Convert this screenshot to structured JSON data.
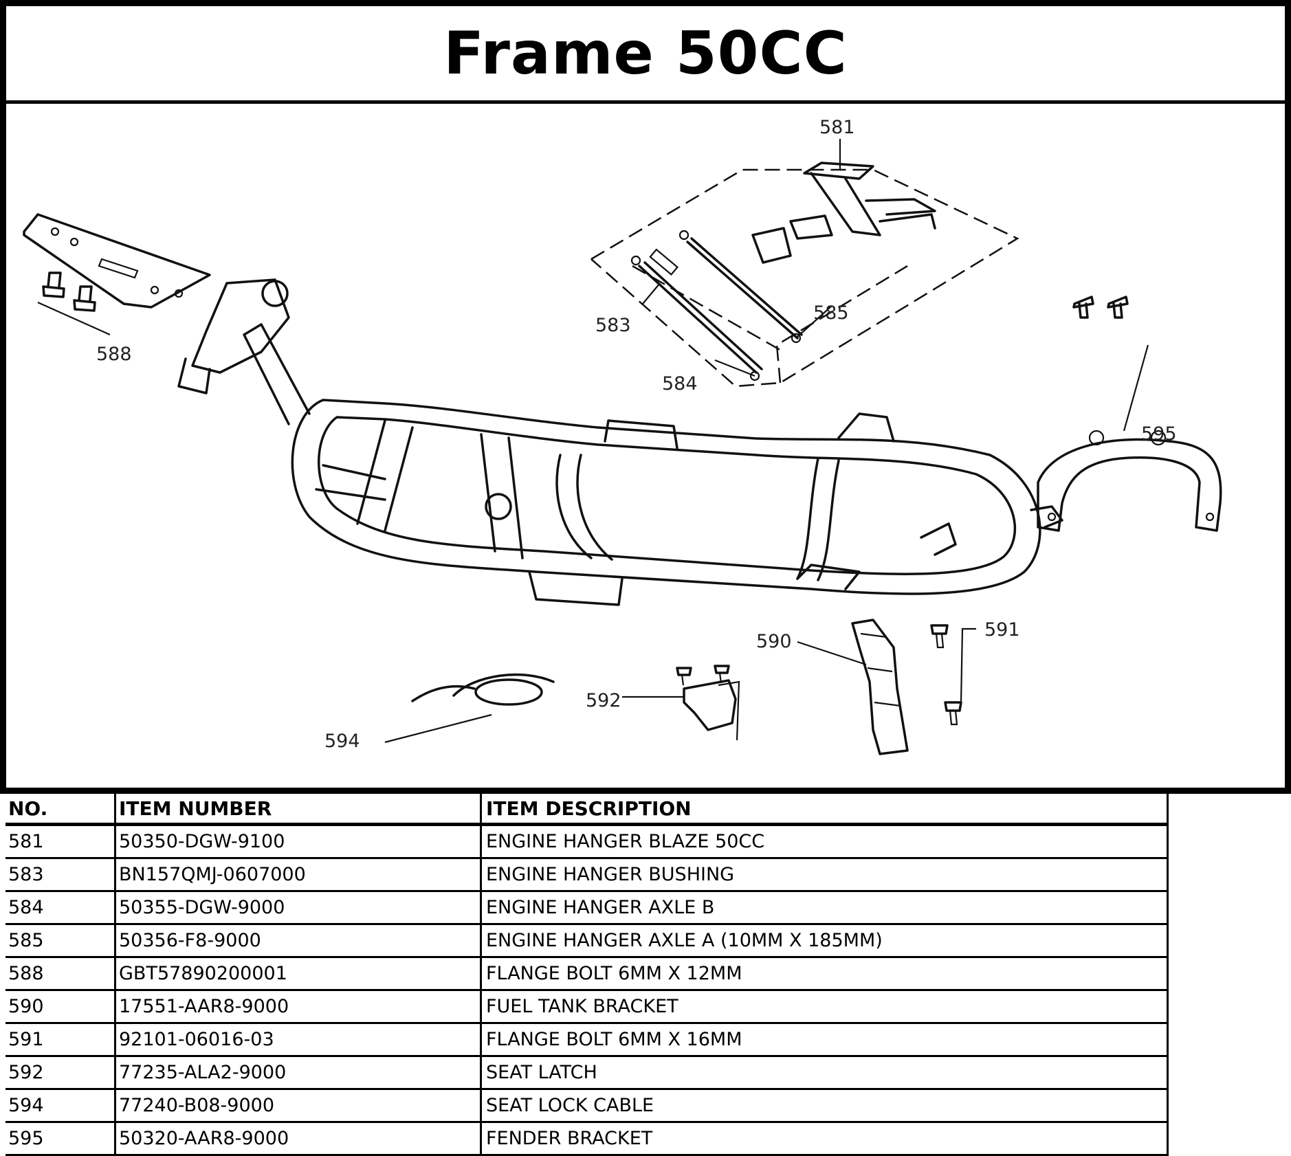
{
  "title": "Frame 50CC",
  "callouts": [
    "581",
    "583",
    "584",
    "585",
    "588",
    "590",
    "591",
    "592",
    "594",
    "595"
  ],
  "table": {
    "headers": {
      "no": "NO.",
      "item": "ITEM NUMBER",
      "desc": "ITEM DESCRIPTION"
    },
    "rows": [
      {
        "no": "581",
        "item": "50350-DGW-9100",
        "desc": "ENGINE HANGER BLAZE 50CC"
      },
      {
        "no": "583",
        "item": "BN157QMJ-0607000",
        "desc": "ENGINE HANGER BUSHING"
      },
      {
        "no": "584",
        "item": "50355-DGW-9000",
        "desc": "ENGINE HANGER AXLE B"
      },
      {
        "no": "585",
        "item": "50356-F8-9000",
        "desc": "ENGINE HANGER AXLE A (10MM X 185MM)"
      },
      {
        "no": "588",
        "item": "GBT57890200001",
        "desc": "FLANGE BOLT 6MM X 12MM"
      },
      {
        "no": "590",
        "item": "17551-AAR8-9000",
        "desc": "FUEL TANK BRACKET"
      },
      {
        "no": "591",
        "item": "92101-06016-03",
        "desc": "FLANGE BOLT 6MM X 16MM"
      },
      {
        "no": "592",
        "item": "77235-ALA2-9000",
        "desc": "SEAT LATCH"
      },
      {
        "no": "594",
        "item": "77240-B08-9000",
        "desc": "SEAT LOCK CABLE"
      },
      {
        "no": "595",
        "item": "50320-AAR8-9000",
        "desc": "FENDER BRACKET"
      }
    ]
  }
}
